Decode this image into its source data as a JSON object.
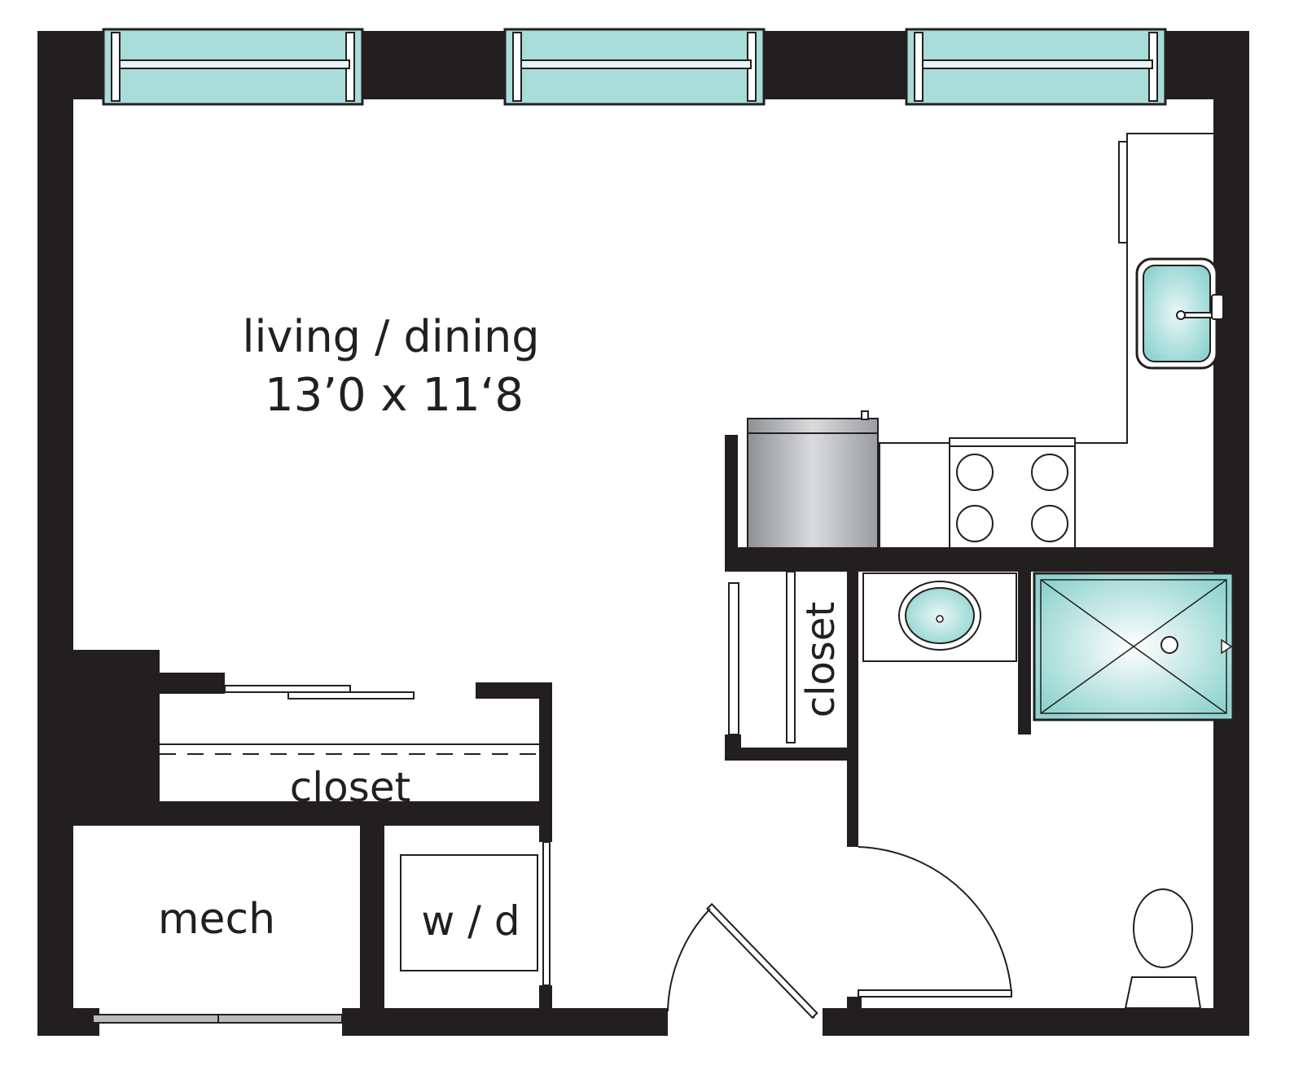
{
  "floorplan": {
    "rooms": {
      "living_dining": {
        "label": "living / dining",
        "dimensions": "13’0 x 11‘8"
      },
      "closet_main": {
        "label": "closet"
      },
      "closet_bath": {
        "label": "closet"
      },
      "mech": {
        "label": "mech"
      },
      "washer_dryer": {
        "label": "w / d"
      }
    },
    "colors": {
      "wall": "#231f20",
      "glass": "#a8dcd9",
      "water": "#9fd8d6",
      "stainless": "#b9bcbf",
      "background": "#ffffff"
    },
    "icons": [
      "window-icon",
      "sink-icon",
      "faucet-icon",
      "stove-icon",
      "refrigerator-icon",
      "shower-icon",
      "toilet-icon",
      "vanity-sink-icon",
      "door-swing-icon",
      "sliding-door-icon"
    ]
  }
}
